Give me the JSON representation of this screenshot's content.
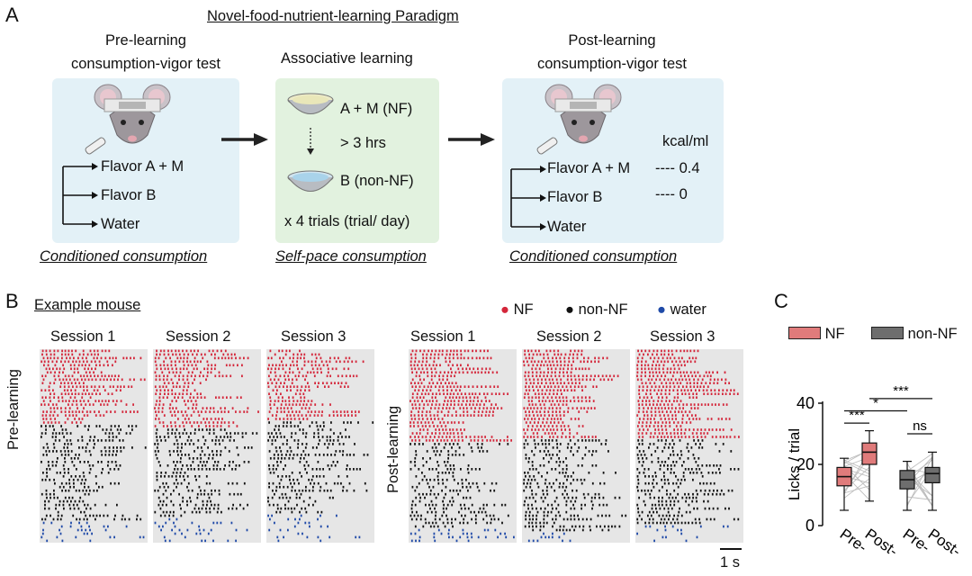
{
  "panels": {
    "a": "A",
    "b": "B",
    "c": "C"
  },
  "panel_a": {
    "title": "Novel-food-nutrient-learning Paradigm",
    "pre": {
      "title_line1": "Pre-learning",
      "title_line2": "consumption-vigor test",
      "options": [
        "Flavor A + M",
        "Flavor B",
        "Water"
      ],
      "caption": "Conditioned consumption"
    },
    "assoc": {
      "title": "Associative learning",
      "bowl1": "A + M (NF)",
      "interval": "> 3 hrs",
      "bowl2": "B (non-NF)",
      "trials": "x 4 trials (trial/ day)",
      "caption": "Self-pace consumption"
    },
    "post": {
      "title_line1": "Post-learning",
      "title_line2": "consumption-vigor test",
      "unit": "kcal/ml",
      "options": [
        "Flavor A + M",
        "Flavor B",
        "Water"
      ],
      "kcal": [
        "---- 0.4",
        "---- 0"
      ],
      "caption": "Conditioned consumption"
    },
    "colors": {
      "box_blue": "#e3f1f7",
      "box_green": "#e2f2df"
    }
  },
  "panel_b": {
    "title": "Example mouse",
    "legend": [
      {
        "label": "NF",
        "color": "#d4263a"
      },
      {
        "label": "non-NF",
        "color": "#111111"
      },
      {
        "label": "water",
        "color": "#1f4aa8"
      }
    ],
    "pre_label": "Pre-learning",
    "post_label": "Post-learning",
    "sessions": [
      "Session 1",
      "Session 2",
      "Session 3"
    ],
    "scale": "1 s",
    "raster_bg": "#e6e6e6"
  },
  "chart_data": {
    "type": "box",
    "ylabel": "Licks / trial",
    "ylim": [
      0,
      40
    ],
    "yticks": [
      "0",
      "20",
      "40"
    ],
    "categories": [
      "Pre-",
      "Post-",
      "Pre-",
      "Post-"
    ],
    "series": [
      {
        "name": "NF",
        "color": "#e07b7b",
        "pre": {
          "min": 5,
          "q1": 13,
          "median": 16,
          "q3": 19,
          "max": 22
        },
        "post": {
          "min": 8,
          "q1": 20,
          "median": 24,
          "q3": 27,
          "max": 31
        }
      },
      {
        "name": "non-NF",
        "color": "#6e6e6e",
        "pre": {
          "min": 5,
          "q1": 12,
          "median": 15,
          "q3": 18,
          "max": 21
        },
        "post": {
          "min": 5,
          "q1": 14,
          "median": 17,
          "q3": 19,
          "max": 24
        }
      }
    ],
    "significance": [
      "***",
      "*",
      "***",
      "ns"
    ]
  }
}
